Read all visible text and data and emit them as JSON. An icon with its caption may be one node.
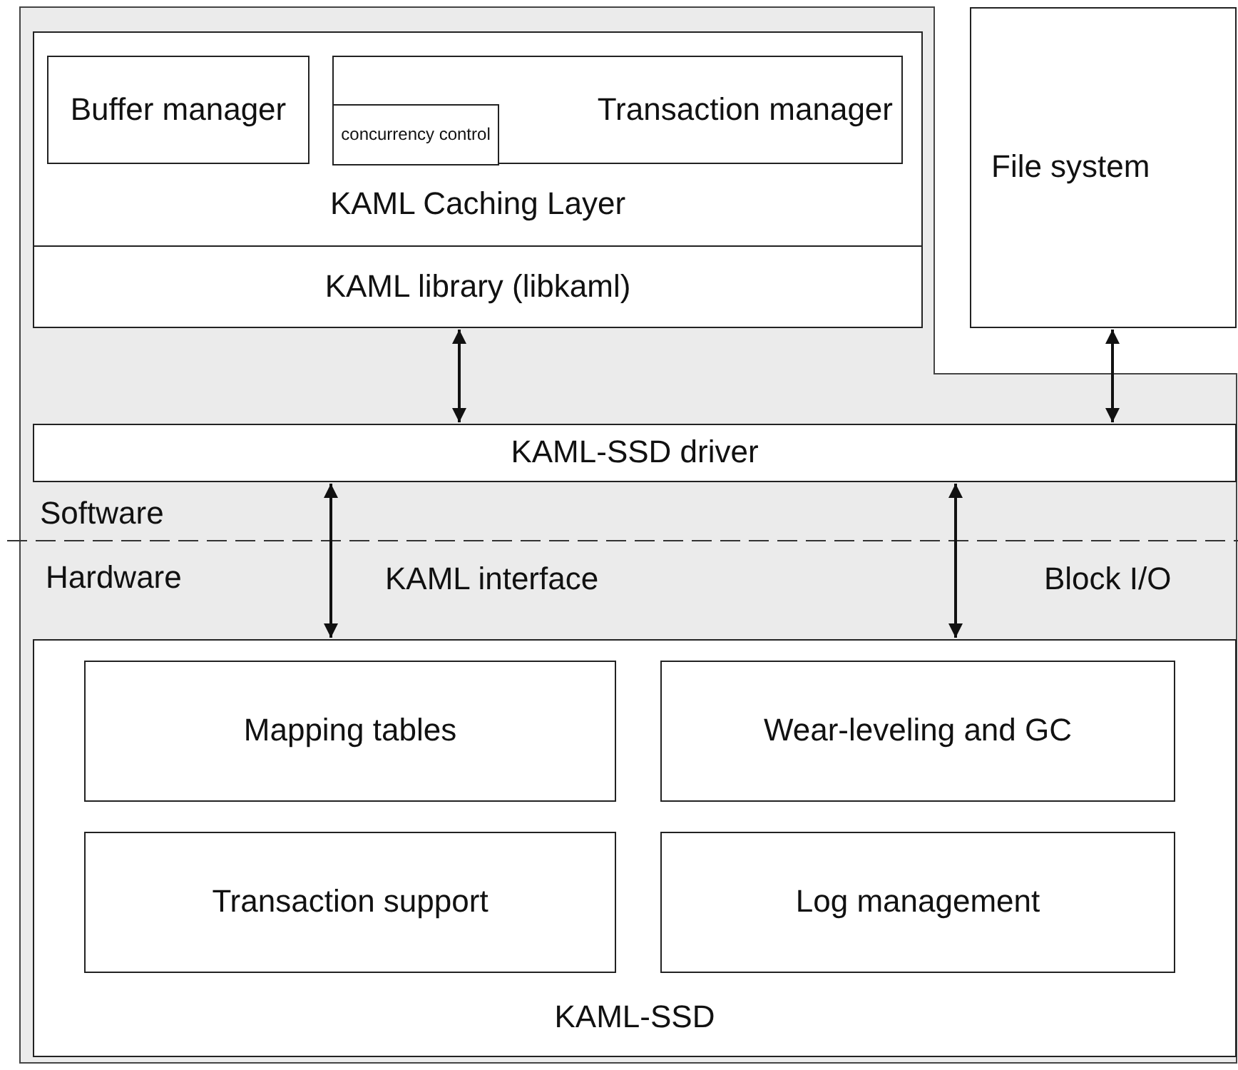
{
  "diagram": {
    "nodes": [
      {
        "text": [
          "KAML Caching Layer"
        ]
      },
      {
        "text": [
          "Buffer manager"
        ],
        "in": 0
      },
      {
        "text": [
          "Transaction manager"
        ],
        "in": 0
      },
      {
        "text": [
          "concurrency control"
        ],
        "in": 2
      },
      {
        "text": [
          "KAML library (libkaml)"
        ]
      },
      {
        "text": [
          "File system"
        ]
      },
      {
        "text": [
          "KAML-SSD driver"
        ]
      },
      {
        "text": [
          "KAML-SSD"
        ]
      },
      {
        "text": [
          "Mapping tables"
        ],
        "in": 7
      },
      {
        "text": [
          "Wear-leveling and GC"
        ],
        "in": 7
      },
      {
        "text": [
          "Transaction support"
        ],
        "in": 7
      },
      {
        "text": [
          "Log management"
        ],
        "in": 7
      }
    ],
    "edges": [
      {
        "from": 4,
        "to": 6,
        "arrow": "both"
      },
      {
        "from": 5,
        "to": 6,
        "arrow": "both"
      },
      {
        "from": 6,
        "to": 7,
        "arrow": "both"
      },
      {
        "from": 6,
        "to": 7,
        "arrow": "both"
      }
    ],
    "labels": [
      "Software",
      "Hardware",
      "KAML interface",
      "Block I/O"
    ]
  }
}
